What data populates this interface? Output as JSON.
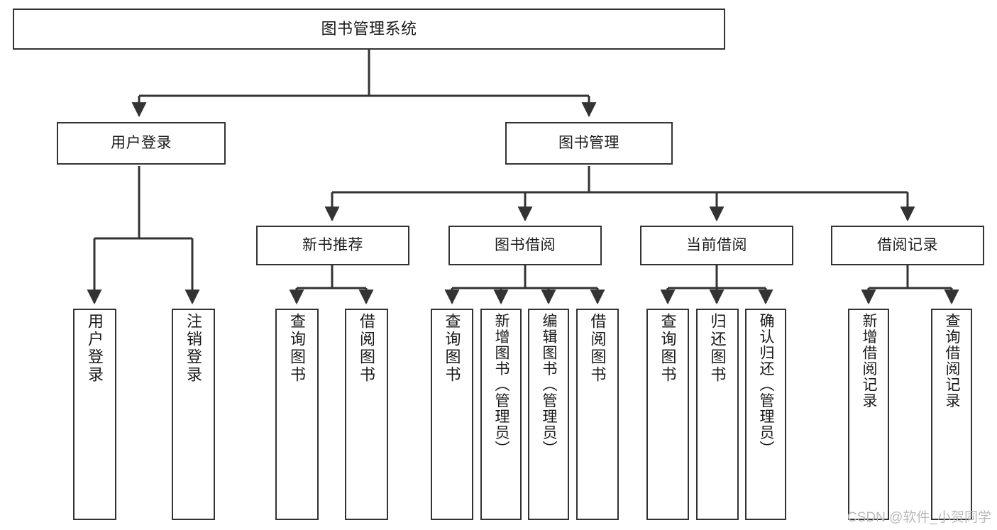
{
  "diagram": {
    "title": "图书管理系统",
    "type": "tree-hierarchy-chart",
    "watermark": "CSDN @软件_小贺同学",
    "colors": {
      "background": "#ffffff",
      "box_border": "#333333",
      "box_fill": "#ffffff",
      "connector": "#333333",
      "text": "#1a1a1a",
      "watermark": "#b9b9b9"
    },
    "levels": {
      "root": "图书管理系统",
      "level2": [
        "用户登录",
        "图书管理"
      ],
      "level3": [
        "新书推荐",
        "图书借阅",
        "当前借阅",
        "借阅记录"
      ]
    },
    "nodes": {
      "root": {
        "label": "图书管理系统"
      },
      "user_login": {
        "label": "用户登录"
      },
      "book_manage": {
        "label": "图书管理"
      },
      "new_book_rec": {
        "label": "新书推荐"
      },
      "book_borrow": {
        "label": "图书借阅"
      },
      "current_borrow": {
        "label": "当前借阅"
      },
      "borrow_record": {
        "label": "借阅记录"
      }
    },
    "leaves": {
      "user_login": [
        {
          "label": "用户登录"
        },
        {
          "label": "注销登录"
        }
      ],
      "new_book_rec": [
        {
          "label": "查询图书"
        },
        {
          "label": "借阅图书"
        }
      ],
      "book_borrow": [
        {
          "label": "查询图书"
        },
        {
          "label": "新增图书（管理员）"
        },
        {
          "label": "编辑图书（管理员）"
        },
        {
          "label": "借阅图书"
        }
      ],
      "current_borrow": [
        {
          "label": "查询图书"
        },
        {
          "label": "归还图书"
        },
        {
          "label": "确认归还（管理员）"
        }
      ],
      "borrow_record": [
        {
          "label": "新增借阅记录"
        },
        {
          "label": "查询借阅记录"
        }
      ]
    }
  }
}
